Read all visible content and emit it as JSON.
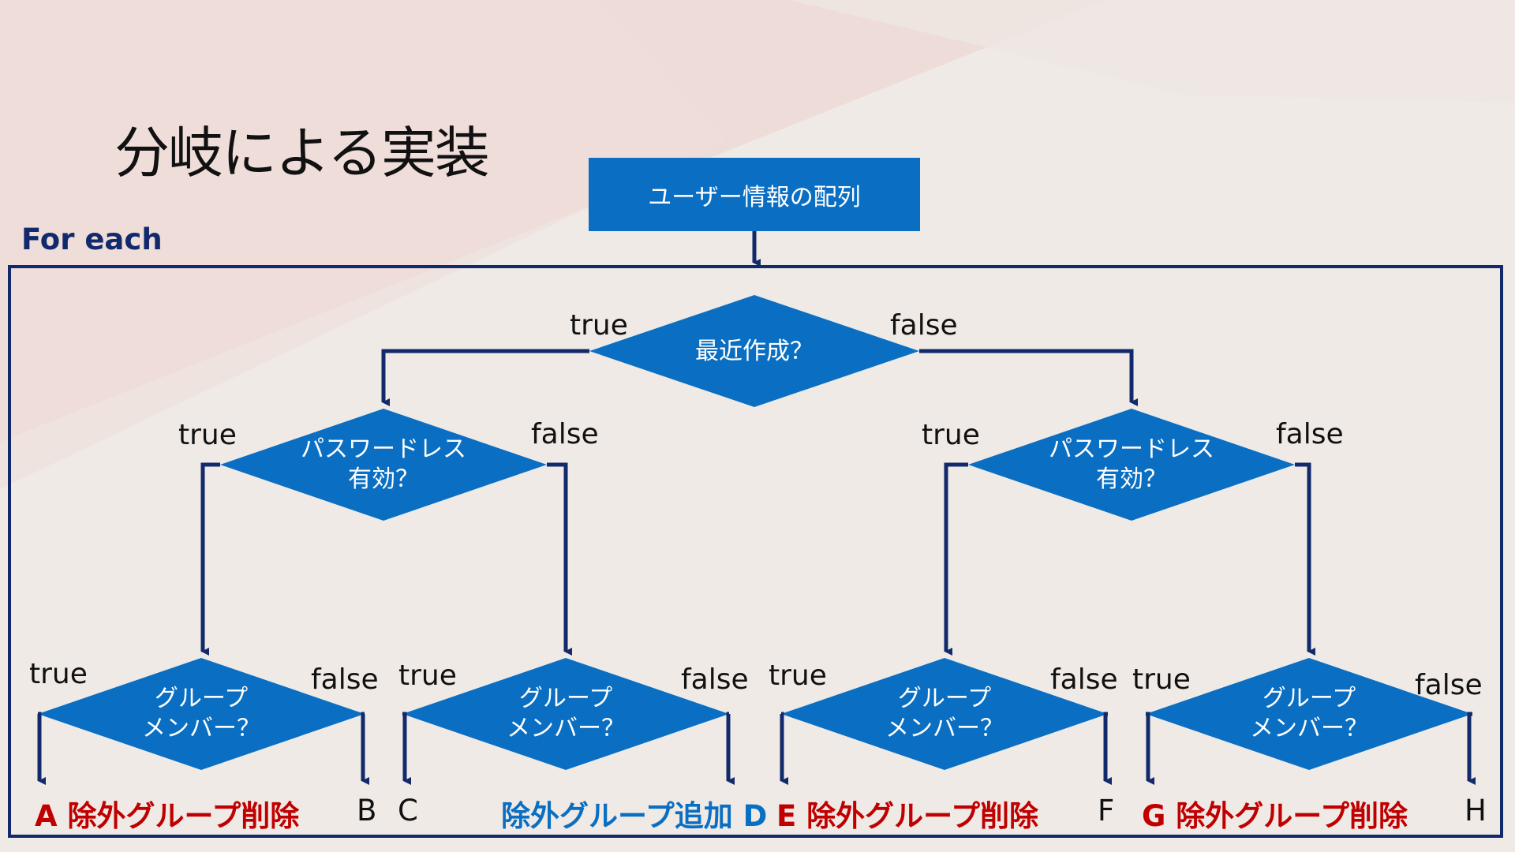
{
  "title": "分岐による実装",
  "loop_label": "For each",
  "start_node": "ユーザー情報の配列",
  "colors": {
    "accent": "#0a6fc2",
    "frame": "#12296b",
    "remove": "#c00000",
    "add": "#0a6fc2"
  },
  "branch": {
    "true": "true",
    "false": "false"
  },
  "decision_root": "最近作成？",
  "decision_password": [
    "パスワードレス",
    "有効？"
  ],
  "decision_group": [
    "グループ",
    "メンバー？"
  ],
  "outcomes": {
    "a": {
      "letter": "A",
      "action": "除外グループ削除"
    },
    "b": {
      "letter": "B"
    },
    "c": {
      "letter": "C"
    },
    "d": {
      "letter": "D",
      "action": "除外グループ追加"
    },
    "e": {
      "letter": "E",
      "action": "除外グループ削除"
    },
    "f": {
      "letter": "F"
    },
    "g": {
      "letter": "G",
      "action": "除外グループ削除"
    },
    "h": {
      "letter": "H"
    }
  }
}
